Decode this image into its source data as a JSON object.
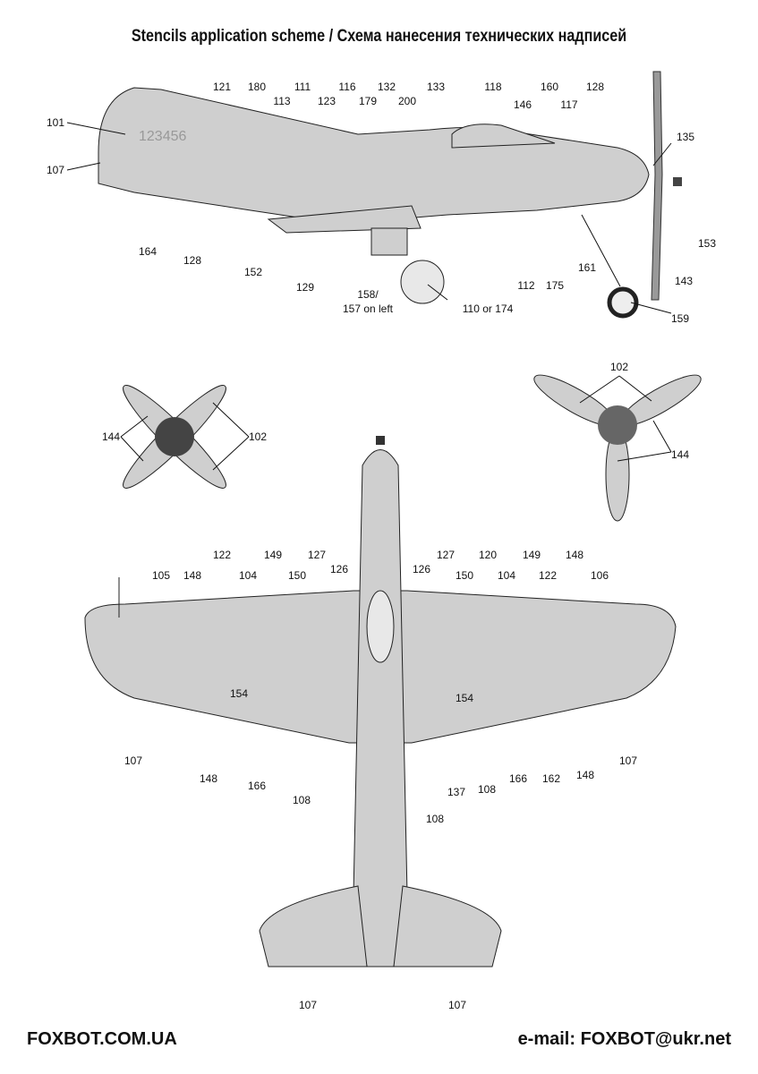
{
  "title": "Stencils application scheme / Схема нанесения технических надписей",
  "footer": {
    "left": "FOXBOT.COM.UA",
    "right": "e-mail: FOXBOT@ukr.net"
  },
  "side_view": {
    "serial": "123456",
    "labels": [
      "101",
      "107",
      "121",
      "180",
      "113",
      "111",
      "123",
      "116",
      "179",
      "132",
      "200",
      "133",
      "118",
      "160",
      "146",
      "117",
      "128",
      "135",
      "153",
      "143",
      "161",
      "175",
      "112",
      "158/",
      "157 on left",
      "110 or 174",
      "159",
      "164",
      "128",
      "152",
      "129"
    ]
  },
  "propellers": {
    "labels": [
      "144",
      "102",
      "102",
      "144"
    ]
  },
  "top_view": {
    "labels": [
      "105",
      "148",
      "122",
      "104",
      "149",
      "150",
      "127",
      "126",
      "126",
      "127",
      "150",
      "120",
      "104",
      "149",
      "122",
      "148",
      "106",
      "154",
      "154",
      "107",
      "107",
      "148",
      "166",
      "108",
      "108",
      "137",
      "108",
      "166",
      "162",
      "148",
      "107",
      "107"
    ]
  }
}
